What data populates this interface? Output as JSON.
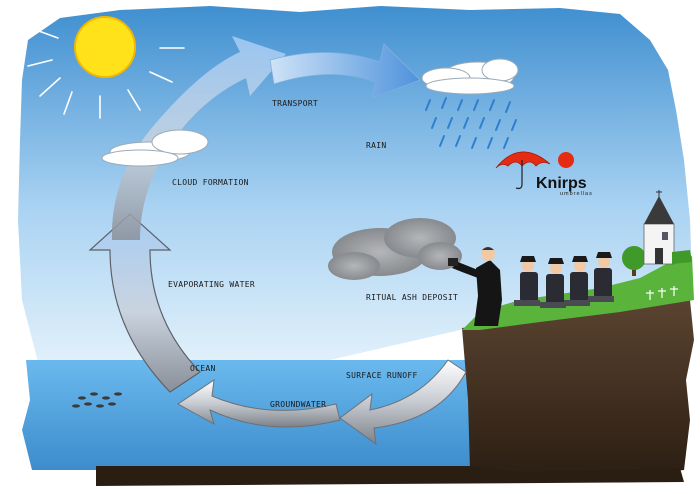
{
  "diagram": {
    "labels": {
      "transport": "TRANSPORT",
      "rain": "RAIN",
      "cloud_formation": "CLOUD FORMATION",
      "evaporating_water": "EVAPORATING WATER",
      "ritual_ash_deposit": "RITUAL ASH DEPOSIT",
      "ocean": "OCEAN",
      "surface_runoff": "SURFACE RUNOFF",
      "groundwater": "GROUNDWATER"
    },
    "brand": {
      "name": "Knirps",
      "tagline": "umbrellas"
    }
  },
  "colors": {
    "sky_top": "#3f8fd0",
    "sky_bottom": "#d6ecfa",
    "ocean": "#5bb0e8",
    "ground": "#3a2a1c",
    "grass": "#5ab33a",
    "sun": "#ffe21a",
    "arrow_warm": "#9fc7f2",
    "arrow_cold": "#8a8f98",
    "umbrella": "#e52b12"
  }
}
